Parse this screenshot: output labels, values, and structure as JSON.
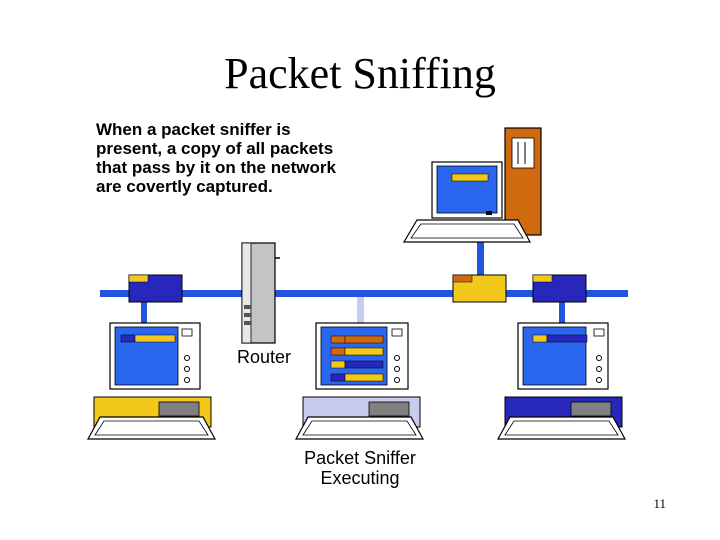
{
  "slide": {
    "title": "Packet Sniffing",
    "description": "When a packet sniffer is\npresent, a copy of all packets\nthat pass by it on the network\nare covertly captured.",
    "page_number": "11"
  },
  "labels": {
    "router": "Router",
    "sniffer": "Packet Sniffer\nExecuting"
  },
  "colors": {
    "network_line": "#2255dd",
    "sniffer_tap": "#c8ccee",
    "server_tower": "#d06a10",
    "screen_blue": "#2a66ee",
    "keyboard_yellow": "#f2c81a",
    "keyboard_lavender": "#c8ccee",
    "keyboard_blue": "#2727bb"
  },
  "icons": {
    "router": "router-icon",
    "server": "server-tower-icon",
    "computer": "computer-icon",
    "packet": "packet-envelope-icon"
  }
}
